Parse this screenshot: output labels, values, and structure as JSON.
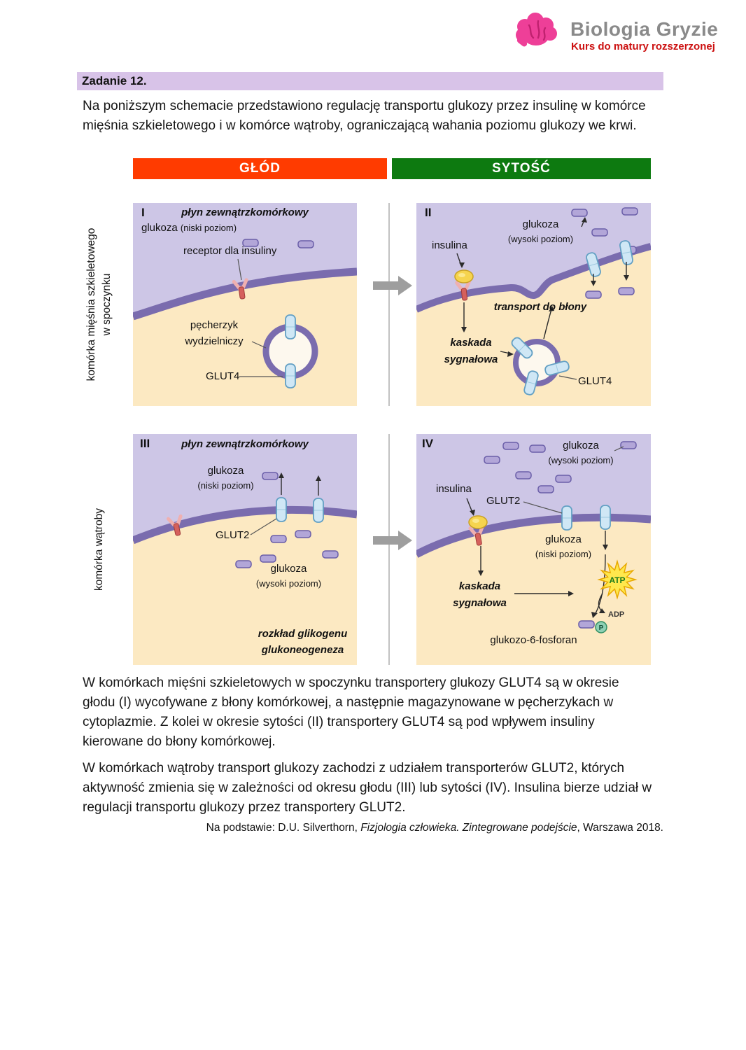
{
  "brand": {
    "title": "Biologia Gryzie",
    "subtitle": "Kurs do matury rozszerzonej"
  },
  "task": {
    "heading": "Zadanie 12.",
    "intro": "Na poniższym schemacie przedstawiono regulację transportu glukozy przez insulinę w komórce mięśnia szkieletowego i w komórce wątroby, ograniczającą wahania poziomu glukozy we krwi."
  },
  "diagram": {
    "columns": {
      "fasting": "GŁÓD",
      "fed": "SYTOŚĆ"
    },
    "rows": {
      "muscle_line1": "komórka mięśnia szkieletowego",
      "muscle_line2": "w spoczynku",
      "liver": "komórka wątroby"
    },
    "panel1": {
      "numeral": "I",
      "ecf": "płyn zewnątrzkomórkowy",
      "glucose": "glukoza",
      "glucose_level": "(niski poziom)",
      "receptor": "receptor dla insuliny",
      "vesicle_line1": "pęcherzyk",
      "vesicle_line2": "wydzielniczy",
      "glut4": "GLUT4"
    },
    "panel2": {
      "numeral": "II",
      "glucose": "glukoza",
      "glucose_level": "(wysoki poziom)",
      "insulin": "insulina",
      "transport": "transport do błony",
      "cascade_line1": "kaskada",
      "cascade_line2": "sygnałowa",
      "glut4": "GLUT4"
    },
    "panel3": {
      "numeral": "III",
      "ecf": "płyn zewnątrzkomórkowy",
      "glucose_low": "glukoza",
      "glucose_low_level": "(niski poziom)",
      "glut2": "GLUT2",
      "glucose_high": "glukoza",
      "glucose_high_level": "(wysoki poziom)",
      "process_line1": "rozkład glikogenu",
      "process_line2": "glukoneogeneza"
    },
    "panel4": {
      "numeral": "IV",
      "glucose_high": "glukoza",
      "glucose_high_level": "(wysoki poziom)",
      "insulin": "insulina",
      "glut2": "GLUT2",
      "glucose_low": "glukoza",
      "glucose_low_level": "(niski poziom)",
      "cascade_line1": "kaskada",
      "cascade_line2": "sygnałowa",
      "atp": "ATP",
      "adp": "ADP",
      "phosphate": "P",
      "g6p": "glukozo-6-fosforan"
    }
  },
  "paragraphs": {
    "p1": "W komórkach mięśni szkieletowych w spoczynku transportery glukozy GLUT4 są w okresie głodu (I) wycofywane z błony komórkowej, a następnie magazynowane w pęcherzykach w cytoplazmie. Z kolei w okresie sytości (II) transportery GLUT4 są pod wpływem insuliny kierowane do błony komórkowej.",
    "p2": "W komórkach wątroby transport glukozy zachodzi z udziałem transporterów GLUT2, których aktywność zmienia się w zależności od okresu głodu (III) lub sytości (IV). Insulina bierze udział w regulacji transportu glukozy przez transportery GLUT2."
  },
  "source": {
    "prefix": "Na podstawie: D.U. Silverthorn, ",
    "title": "Fizjologia człowieka. Zintegrowane podejście",
    "suffix": ", Warszawa 2018."
  },
  "colors": {
    "fasting_header": "#ff3b00",
    "fed_header": "#0d7a10",
    "task_bar": "#d8c3e8",
    "membrane": "#7a6cae",
    "cytoplasm": "#fce9c2",
    "extracellular": "#cdc6e6",
    "brand_accent": "#ee3f98"
  }
}
